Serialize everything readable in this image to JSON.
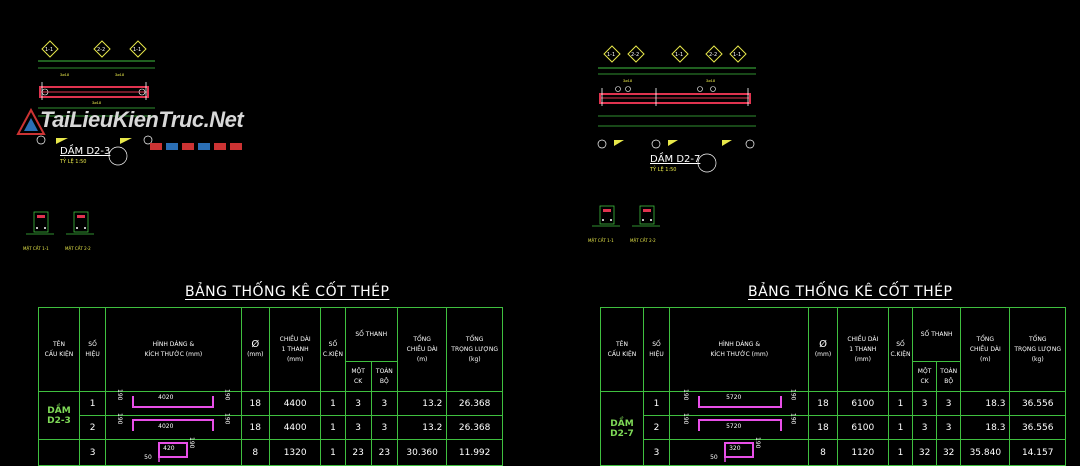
{
  "watermark": "TaiLieuKienTruc.Net",
  "left": {
    "beam_caption": "DẦM D2-3",
    "scale": "TỶ LỆ 1:50",
    "grid_tags": [
      "1-1",
      "2-2",
      "1-1"
    ],
    "section_labels": [
      "MẶT CẮT 1-1",
      "MẶT CẮT 2-2"
    ],
    "table_title": "BẢNG THỐNG KÊ CỐT THÉP",
    "element_name": "DẦM D2-3",
    "rows": [
      {
        "id": "1",
        "dim": "4020",
        "left_leg": "190",
        "right_leg": "190",
        "dia": "18",
        "len": "4400",
        "ck": "1",
        "one": "3",
        "all": "3",
        "total_len": "13.2",
        "weight": "26.368"
      },
      {
        "id": "2",
        "dim": "4020",
        "left_leg": "190",
        "right_leg": "190",
        "dia": "18",
        "len": "4400",
        "ck": "1",
        "one": "3",
        "all": "3",
        "total_len": "13.2",
        "weight": "26.368"
      },
      {
        "id": "3",
        "dim": "420",
        "left_leg": "50",
        "right_leg": "190",
        "dia": "8",
        "len": "1320",
        "ck": "1",
        "one": "23",
        "all": "23",
        "total_len": "30.360",
        "weight": "11.992"
      }
    ]
  },
  "right": {
    "beam_caption": "DẦM D2-7",
    "scale": "TỶ LỆ 1:50",
    "grid_tags": [
      "1-1",
      "2-2",
      "1-1",
      "2-2",
      "1-1"
    ],
    "section_labels": [
      "MẶT CẮT 1-1",
      "MẶT CẮT 2-2"
    ],
    "table_title": "BẢNG THỐNG KÊ CỐT THÉP",
    "element_name_1": "DẦM",
    "element_name_2": "D2-7",
    "rows": [
      {
        "id": "1",
        "dim": "5720",
        "left_leg": "190",
        "right_leg": "190",
        "dia": "18",
        "len": "6100",
        "ck": "1",
        "one": "3",
        "all": "3",
        "total_len": "18.3",
        "weight": "36.556"
      },
      {
        "id": "2",
        "dim": "5720",
        "left_leg": "190",
        "right_leg": "190",
        "dia": "18",
        "len": "6100",
        "ck": "1",
        "one": "3",
        "all": "3",
        "total_len": "18.3",
        "weight": "36.556"
      },
      {
        "id": "3",
        "dim": "320",
        "left_leg": "50",
        "right_leg": "190",
        "dia": "8",
        "len": "1120",
        "ck": "1",
        "one": "32",
        "all": "32",
        "total_len": "35.840",
        "weight": "14.157"
      }
    ]
  },
  "headers": {
    "ten": "TÊN",
    "cau_kien": "CẤU KIỆN",
    "so": "SỐ",
    "hieu": "HIỆU",
    "hinh_dang": "HÌNH DÁNG &",
    "kich_thuoc": "KÍCH THƯỚC (mm)",
    "phi": "Ø",
    "mm": "(mm)",
    "chieu_dai": "CHIỀU DÀI",
    "mot_thanh": "1 THANH",
    "mm2": "(mm)",
    "so_ck": "SỐ",
    "c_kien": "C.KIỆN",
    "so_thanh": "SỐ THANH",
    "mot": "MỘT",
    "ck": "CK",
    "toan": "TOÀN",
    "bo": "BỘ",
    "tong1": "TỔNG",
    "chieu_dai_tong": "CHIỀU DÀI",
    "m": "(m)",
    "tong2": "TỔNG",
    "trong_luong": "TRỌNG LƯỢNG",
    "kg": "(kg)"
  }
}
